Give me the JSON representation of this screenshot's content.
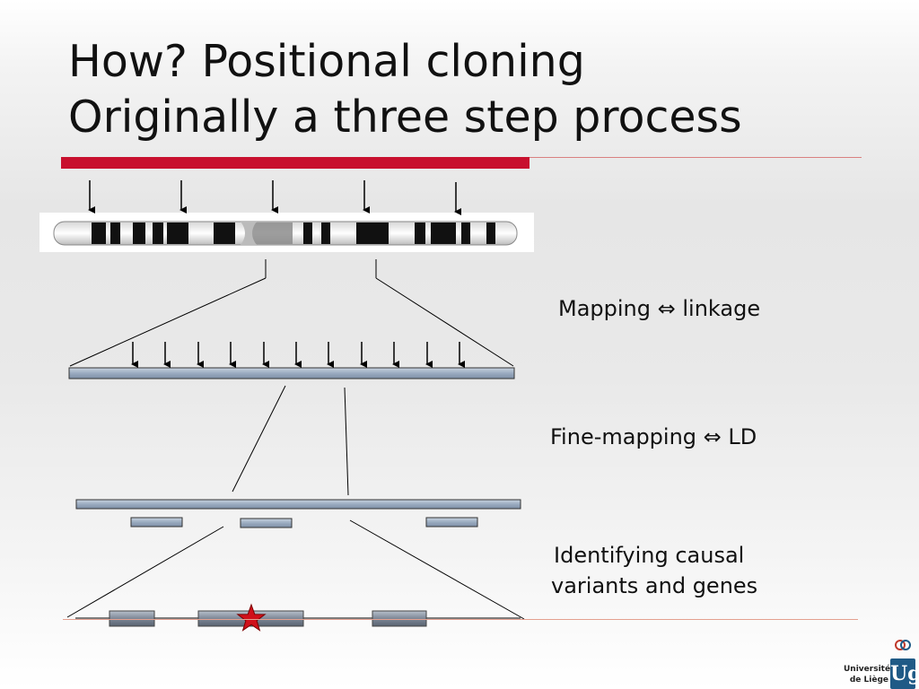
{
  "title": {
    "line1": "How? Positional cloning",
    "line2": "Originally a three step process"
  },
  "steps": [
    {
      "label": "Mapping ⇔ linkage"
    },
    {
      "label": "Fine-mapping ⇔ LD"
    },
    {
      "label_line1": "Identifying causal",
      "label_line2": "variants and genes"
    }
  ],
  "logo": {
    "text_line1": "Université",
    "text_line2": "de Liège",
    "letters": "Ug"
  },
  "colors": {
    "accent_red": "#c8102e",
    "segment_fill": "#9aabc0",
    "star": "#d0101a"
  }
}
